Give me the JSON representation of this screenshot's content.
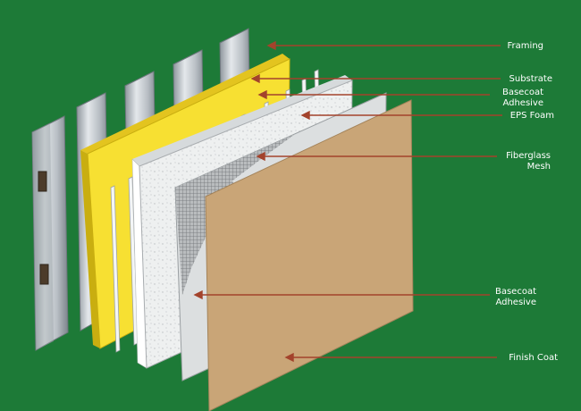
{
  "diagram": {
    "colors": {
      "background": "#1d7a37",
      "framing": "#c9ced3",
      "substrate": "#f7e032",
      "eps_foam": "#eef0f0",
      "mesh": "#b9bcbe",
      "finish_coat": "#c9a577",
      "leader": "#a3432c"
    },
    "labels": {
      "framing": "Framing",
      "substrate": "Substrate",
      "basecoat_top_1": "Basecoat",
      "basecoat_top_2": "Adhesive",
      "eps_foam": "EPS Foam",
      "fiberglass_1": "Fiberglass",
      "fiberglass_2": "Mesh",
      "basecoat_bottom_1": "Basecoat",
      "basecoat_bottom_2": "Adhesive",
      "finish_coat": "Finish Coat"
    }
  }
}
